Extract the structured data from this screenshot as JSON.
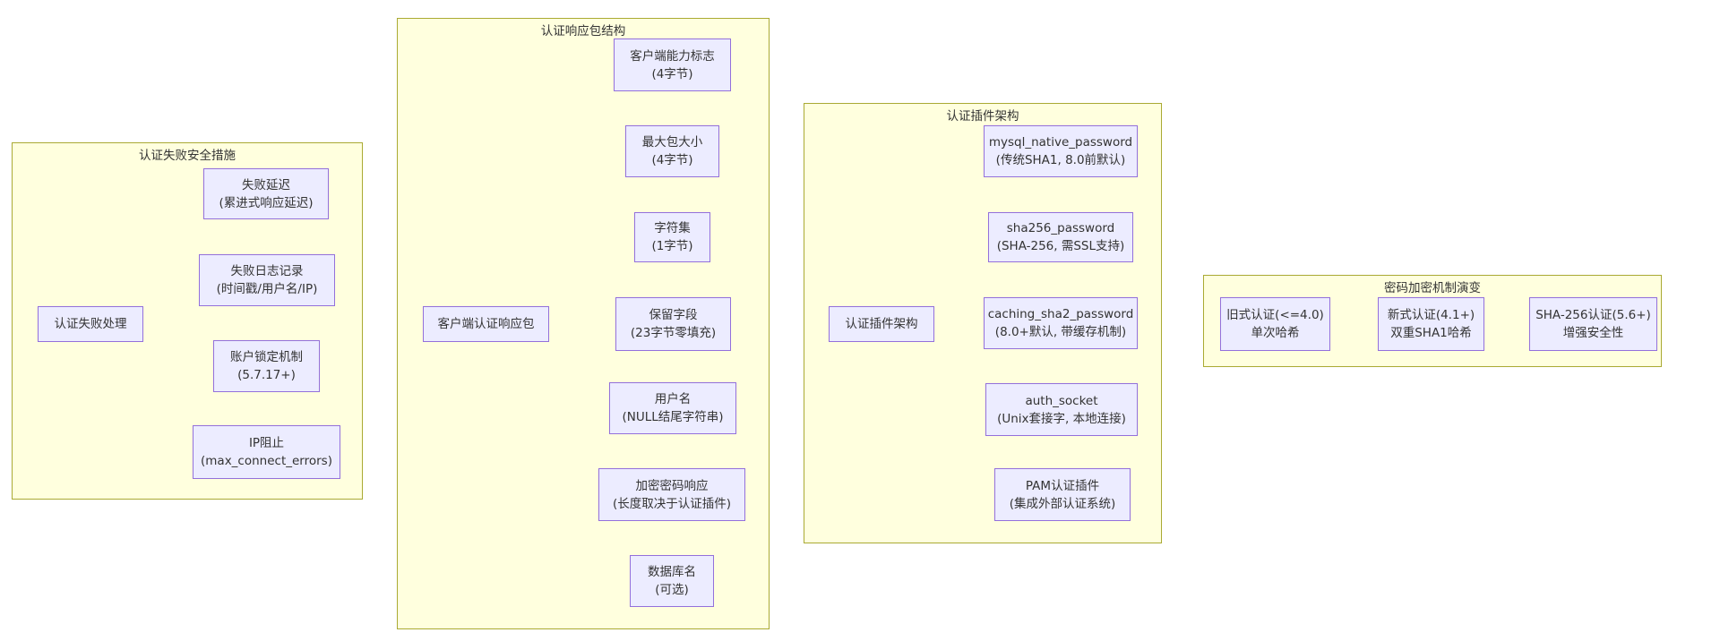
{
  "diagram": {
    "type": "flowchart",
    "colors": {
      "node_fill": "#ECECFF",
      "node_border": "#9370DB",
      "group_fill": "#FFFFDE",
      "group_border": "#AAAA33",
      "edge": "#333333",
      "text": "#333333",
      "page_background": "#FFFFFF"
    },
    "groups": [
      {
        "id": "g1",
        "title": "认证失败安全措施",
        "nodes": [
          {
            "id": "g1root",
            "label": "认证失败处理",
            "sublabel": ""
          },
          {
            "id": "n1",
            "label": "失败延迟",
            "sublabel": "(累进式响应延迟)"
          },
          {
            "id": "n2",
            "label": "失败日志记录",
            "sublabel": "(时间戳/用户名/IP)"
          },
          {
            "id": "n3",
            "label": "账户锁定机制",
            "sublabel": "(5.7.17+)"
          },
          {
            "id": "n4",
            "label": "IP阻止",
            "sublabel": "(max_connect_errors)"
          }
        ],
        "edges": [
          {
            "from": "g1root",
            "to": "n1"
          },
          {
            "from": "g1root",
            "to": "n2"
          },
          {
            "from": "g1root",
            "to": "n3"
          },
          {
            "from": "g1root",
            "to": "n4"
          }
        ]
      },
      {
        "id": "g2",
        "title": "认证响应包结构",
        "nodes": [
          {
            "id": "g2root",
            "label": "客户端认证响应包",
            "sublabel": ""
          },
          {
            "id": "c1",
            "label": "客户端能力标志",
            "sublabel": "(4字节)"
          },
          {
            "id": "c2",
            "label": "最大包大小",
            "sublabel": "(4字节)"
          },
          {
            "id": "c3",
            "label": "字符集",
            "sublabel": "(1字节)"
          },
          {
            "id": "c4",
            "label": "保留字段",
            "sublabel": "(23字节零填充)"
          },
          {
            "id": "c5",
            "label": "用户名",
            "sublabel": "(NULL结尾字符串)"
          },
          {
            "id": "c6",
            "label": "加密密码响应",
            "sublabel": "(长度取决于认证插件)"
          },
          {
            "id": "c7",
            "label": "数据库名",
            "sublabel": "(可选)"
          }
        ],
        "edges": [
          {
            "from": "g2root",
            "to": "c1"
          },
          {
            "from": "g2root",
            "to": "c2"
          },
          {
            "from": "g2root",
            "to": "c3"
          },
          {
            "from": "g2root",
            "to": "c4"
          },
          {
            "from": "g2root",
            "to": "c5"
          },
          {
            "from": "g2root",
            "to": "c6"
          },
          {
            "from": "g2root",
            "to": "c7"
          }
        ]
      },
      {
        "id": "g3",
        "title": "认证插件架构",
        "nodes": [
          {
            "id": "g3root",
            "label": "认证插件架构",
            "sublabel": ""
          },
          {
            "id": "p1",
            "label": "mysql_native_password",
            "sublabel": "(传统SHA1, 8.0前默认)"
          },
          {
            "id": "p2",
            "label": "sha256_password",
            "sublabel": "(SHA-256, 需SSL支持)"
          },
          {
            "id": "p3",
            "label": "caching_sha2_password",
            "sublabel": "(8.0+默认, 带缓存机制)"
          },
          {
            "id": "p4",
            "label": "auth_socket",
            "sublabel": "(Unix套接字, 本地连接)"
          },
          {
            "id": "p5",
            "label": "PAM认证插件",
            "sublabel": "(集成外部认证系统)"
          }
        ],
        "edges": [
          {
            "from": "g3root",
            "to": "p1"
          },
          {
            "from": "g3root",
            "to": "p2"
          },
          {
            "from": "g3root",
            "to": "p3"
          },
          {
            "from": "g3root",
            "to": "p4"
          },
          {
            "from": "g3root",
            "to": "p5"
          }
        ]
      },
      {
        "id": "g4",
        "title": "密码加密机制演变",
        "nodes": [
          {
            "id": "e1",
            "label": "旧式认证(<=4.0)",
            "sublabel": "单次哈希"
          },
          {
            "id": "e2",
            "label": "新式认证(4.1+)",
            "sublabel": "双重SHA1哈希"
          },
          {
            "id": "e3",
            "label": "SHA-256认证(5.6+)",
            "sublabel": "增强安全性"
          }
        ],
        "edges": [
          {
            "from": "e1",
            "to": "e2"
          },
          {
            "from": "e2",
            "to": "e3"
          }
        ]
      }
    ]
  }
}
